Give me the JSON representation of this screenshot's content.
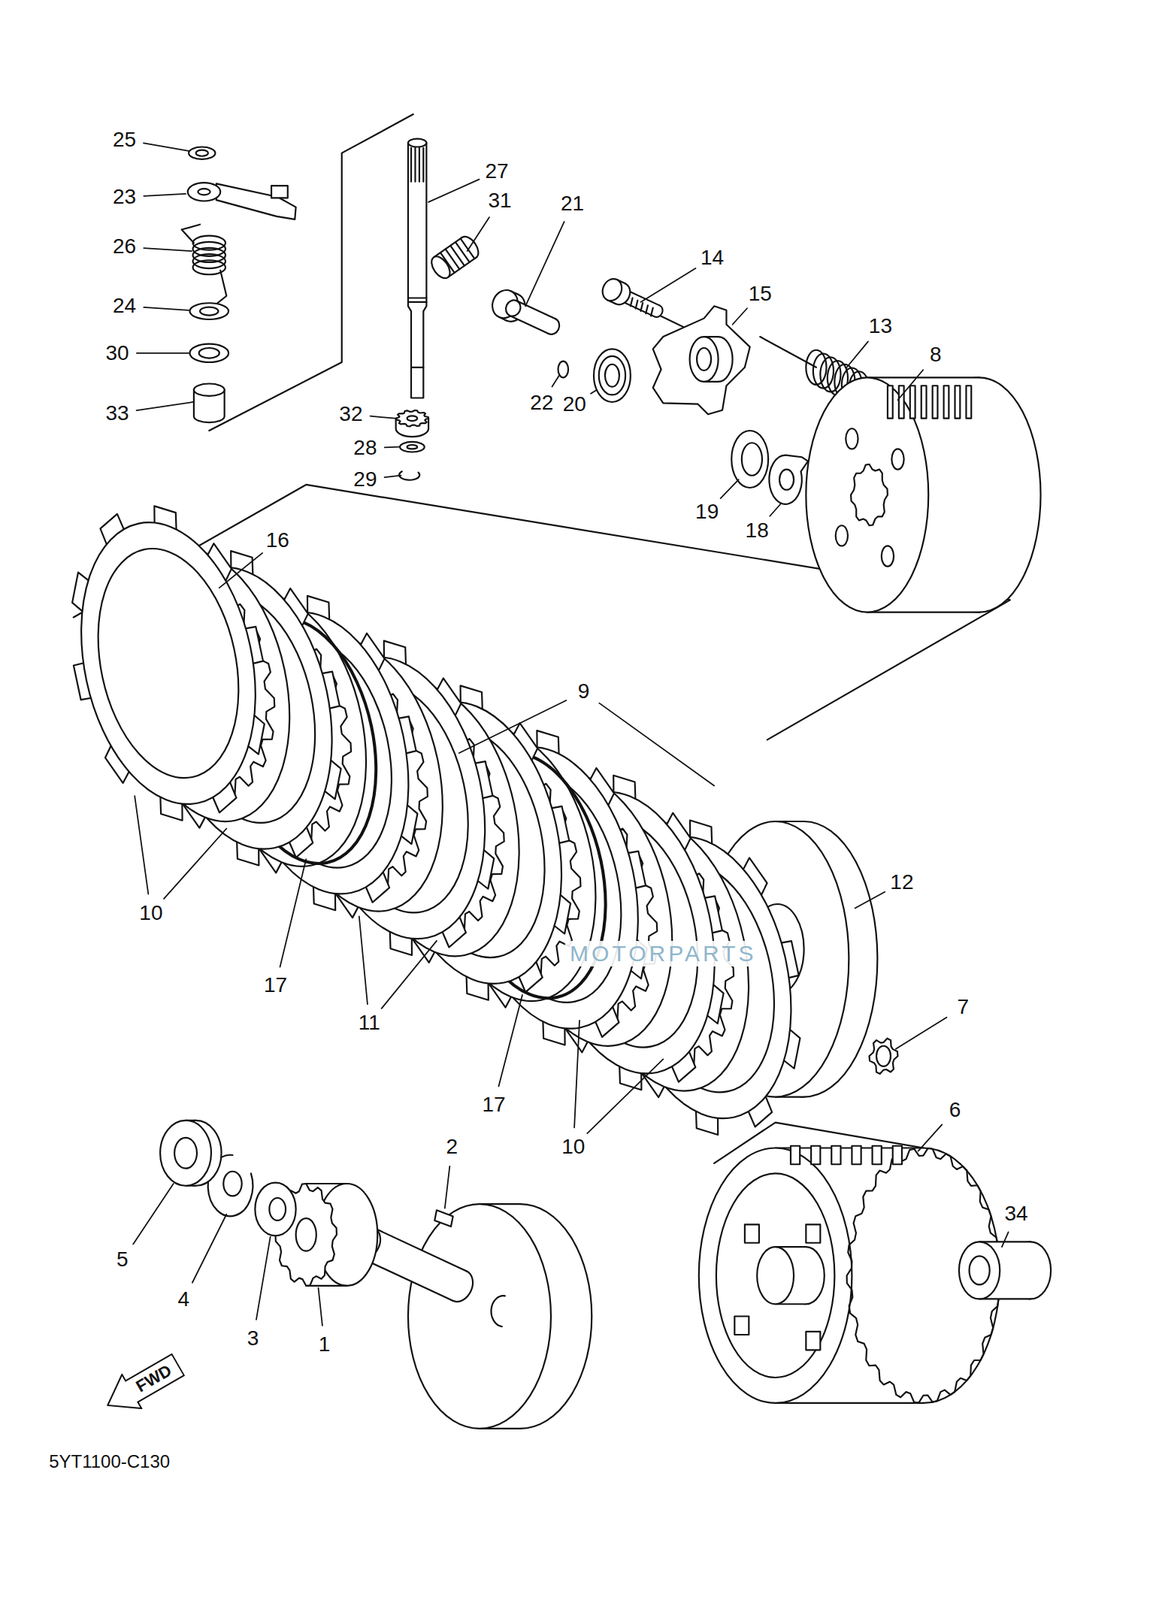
{
  "diagram": {
    "nodes": [
      {
        "text": [
          "FWD"
        ]
      }
    ],
    "labels": [
      "25",
      "23",
      "26",
      "24",
      "30",
      "33",
      "27",
      "31",
      "21",
      "14",
      "15",
      "13",
      "8",
      "22",
      "20",
      "32",
      "28",
      "29",
      "19",
      "18",
      "16",
      "9",
      "12",
      "10",
      "17",
      "11",
      "17",
      "7",
      "10",
      "6",
      "2",
      "5",
      "4",
      "3",
      "1",
      "34",
      "5YT1100-C130",
      "MOTORPARTS"
    ]
  }
}
